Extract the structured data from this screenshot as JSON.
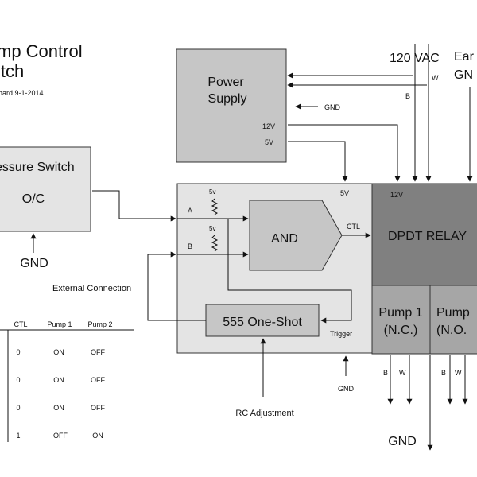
{
  "title": {
    "line1": "mp Control",
    "line2": "itch",
    "credit": "hard 9-1-2014"
  },
  "power_supply": {
    "label_line1": "Power",
    "label_line2": "Supply",
    "pin_12v": "12V",
    "pin_5v": "5V",
    "gnd": "GND",
    "w": "W",
    "b": "B"
  },
  "mains": {
    "voltage": "120 VAC",
    "earth_line1": "Ear",
    "earth_line2": "GN"
  },
  "pressure_switch": {
    "label": "essure Switch",
    "state": "O/C",
    "gnd": "GND"
  },
  "logic_board": {
    "vcc": "5V",
    "pullup_a": "5v",
    "pullup_b": "5v",
    "input_a": "A",
    "input_b": "B",
    "and_gate": "AND",
    "ctl": "CTL",
    "one_shot": "555 One-Shot",
    "trigger": "Trigger",
    "rc_adjustment": "RC Adjustment",
    "gnd": "GND",
    "external_connection": "External Connection"
  },
  "relay": {
    "label": "DPDT RELAY",
    "coil_12v": "12V",
    "pump1_line1": "Pump 1",
    "pump1_line2": "(N.C.)",
    "pump2_line1": "Pump",
    "pump2_line2": "(N.O.",
    "p1_b": "B",
    "p1_w": "W",
    "p2_b": "B",
    "p2_w": "W",
    "gnd": "GND"
  },
  "truth_table": {
    "headers": [
      "CTL",
      "Pump 1",
      "Pump 2"
    ],
    "rows": [
      [
        "0",
        "ON",
        "OFF"
      ],
      [
        "0",
        "ON",
        "OFF"
      ],
      [
        "0",
        "ON",
        "OFF"
      ],
      [
        "1",
        "OFF",
        "ON"
      ]
    ]
  }
}
